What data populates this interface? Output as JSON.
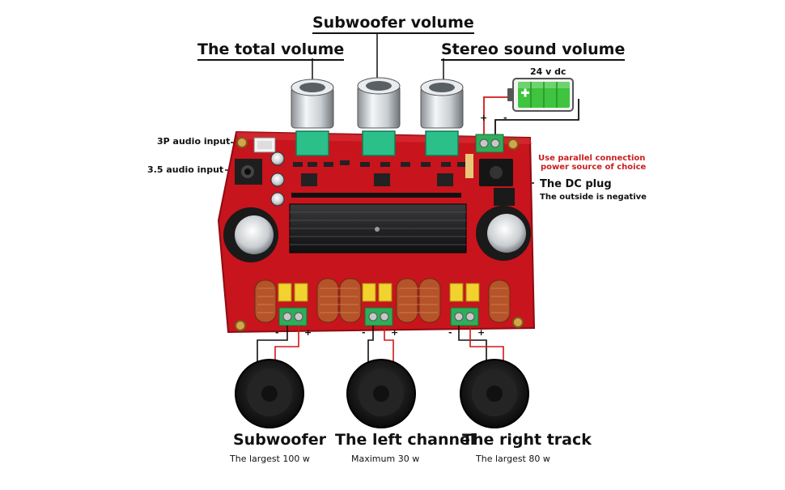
{
  "labels": {
    "total_volume": "The total volume",
    "subwoofer_volume": "Subwoofer volume",
    "stereo_volume": "Stereo sound volume",
    "power": "24 v dc",
    "input_3p": "3P audio input",
    "input_35": "3.5 audio input",
    "parallel_note_1": "Use parallel connection",
    "parallel_note_2": "power source of choice",
    "dc_plug": "The DC plug",
    "dc_plug_note": "The outside is negative",
    "plus": "+",
    "minus": "-"
  },
  "speakers": [
    {
      "title": "Subwoofer",
      "subtitle": "The largest 100 w"
    },
    {
      "title": "The left channel",
      "subtitle": "Maximum 30 w"
    },
    {
      "title": "The right track",
      "subtitle": "The largest 80 w"
    }
  ],
  "colors": {
    "pcb": "#c8141c",
    "pcb_dark": "#8e0c12",
    "heatsink": "#1c1c1e",
    "terminal": "#2fae5a",
    "pot_base": "#2bbf8a",
    "capacitor": "#bfc4c8",
    "coil": "#b5542a",
    "wire_red": "#d01818",
    "battery": "#3ec43e"
  }
}
